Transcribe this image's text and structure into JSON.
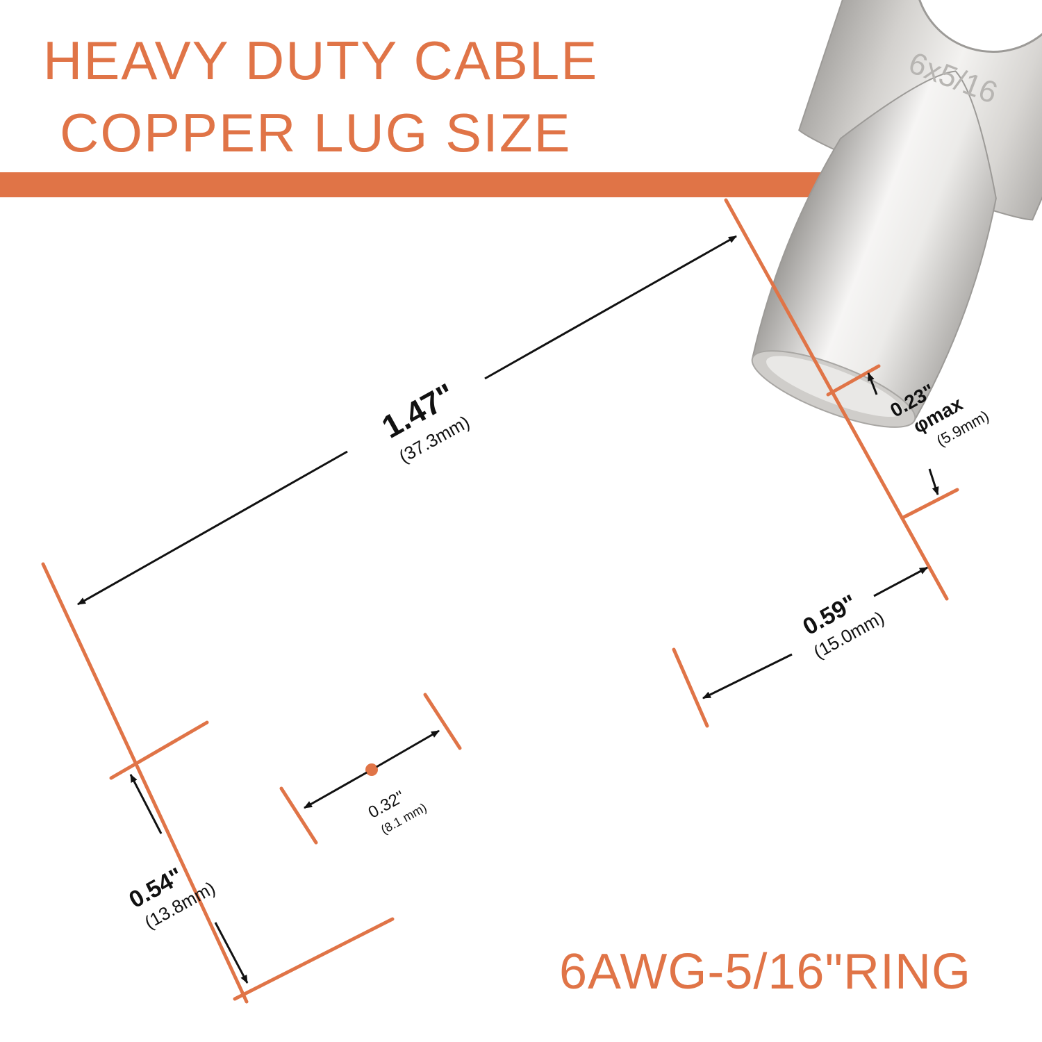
{
  "title": {
    "line1": "HEAVY DUTY CABLE",
    "line2": "COPPER LUG SIZE"
  },
  "product": {
    "name": "6AWG-5/16\"RING",
    "stamp": "6x5/16"
  },
  "dimensions": {
    "overall_length": {
      "inch": "1.47\"",
      "mm": "(37.3mm)"
    },
    "barrel_length": {
      "inch": "0.59\"",
      "mm": "(15.0mm)"
    },
    "barrel_inner_diameter": {
      "inch": "0.23\"",
      "note": "φmax",
      "mm": "(5.9mm)"
    },
    "hole_diameter": {
      "inch": "0.32\"",
      "mm": "(8.1 mm)"
    },
    "tongue_width": {
      "inch": "0.54\"",
      "mm": "(13.8mm)"
    }
  },
  "colors": {
    "accent": "#E07447",
    "metal": "#D4D2CF",
    "text": "#111111",
    "background": "#FFFFFF"
  }
}
